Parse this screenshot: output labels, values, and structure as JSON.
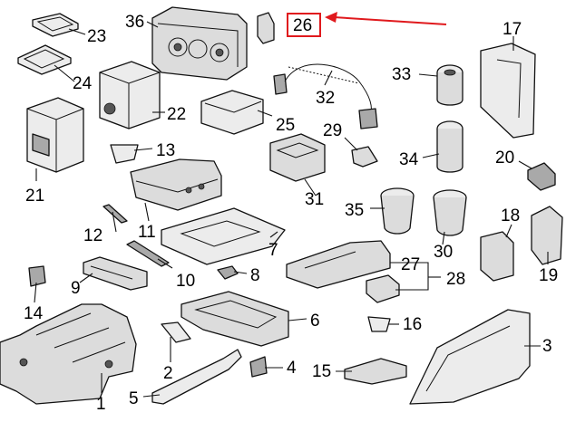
{
  "highlight_color": "#e0191d",
  "highlighted_part": "26",
  "callouts": {
    "c1": "1",
    "c2": "2",
    "c3": "3",
    "c4": "4",
    "c5": "5",
    "c6": "6",
    "c7": "7",
    "c8": "8",
    "c9": "9",
    "c10": "10",
    "c11": "11",
    "c12": "12",
    "c13": "13",
    "c14": "14",
    "c15": "15",
    "c16": "16",
    "c17": "17",
    "c18": "18",
    "c19": "19",
    "c20": "20",
    "c21": "21",
    "c22": "22",
    "c23": "23",
    "c24": "24",
    "c25": "25",
    "c26": "26",
    "c27": "27",
    "c28": "28",
    "c29": "29",
    "c30": "30",
    "c31": "31",
    "c32": "32",
    "c33": "33",
    "c34": "34",
    "c35": "35",
    "c36": "36"
  }
}
